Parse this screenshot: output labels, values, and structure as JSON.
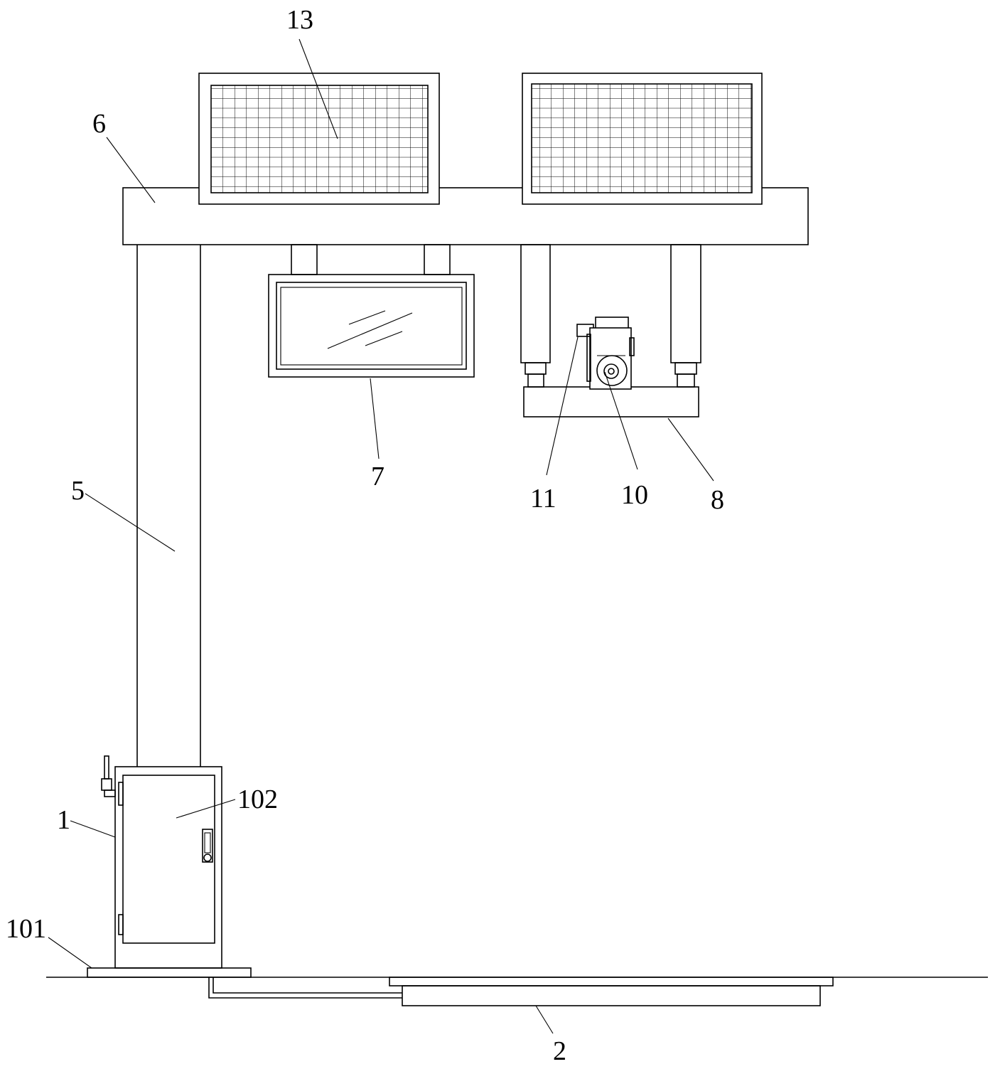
{
  "labels": {
    "l13": "13",
    "l6": "6",
    "l7": "7",
    "l11": "11",
    "l10": "10",
    "l8": "8",
    "l5": "5",
    "l102": "102",
    "l1": "1",
    "l101": "101",
    "l2": "2"
  },
  "colors": {
    "line": "#000000",
    "background": "#ffffff"
  }
}
